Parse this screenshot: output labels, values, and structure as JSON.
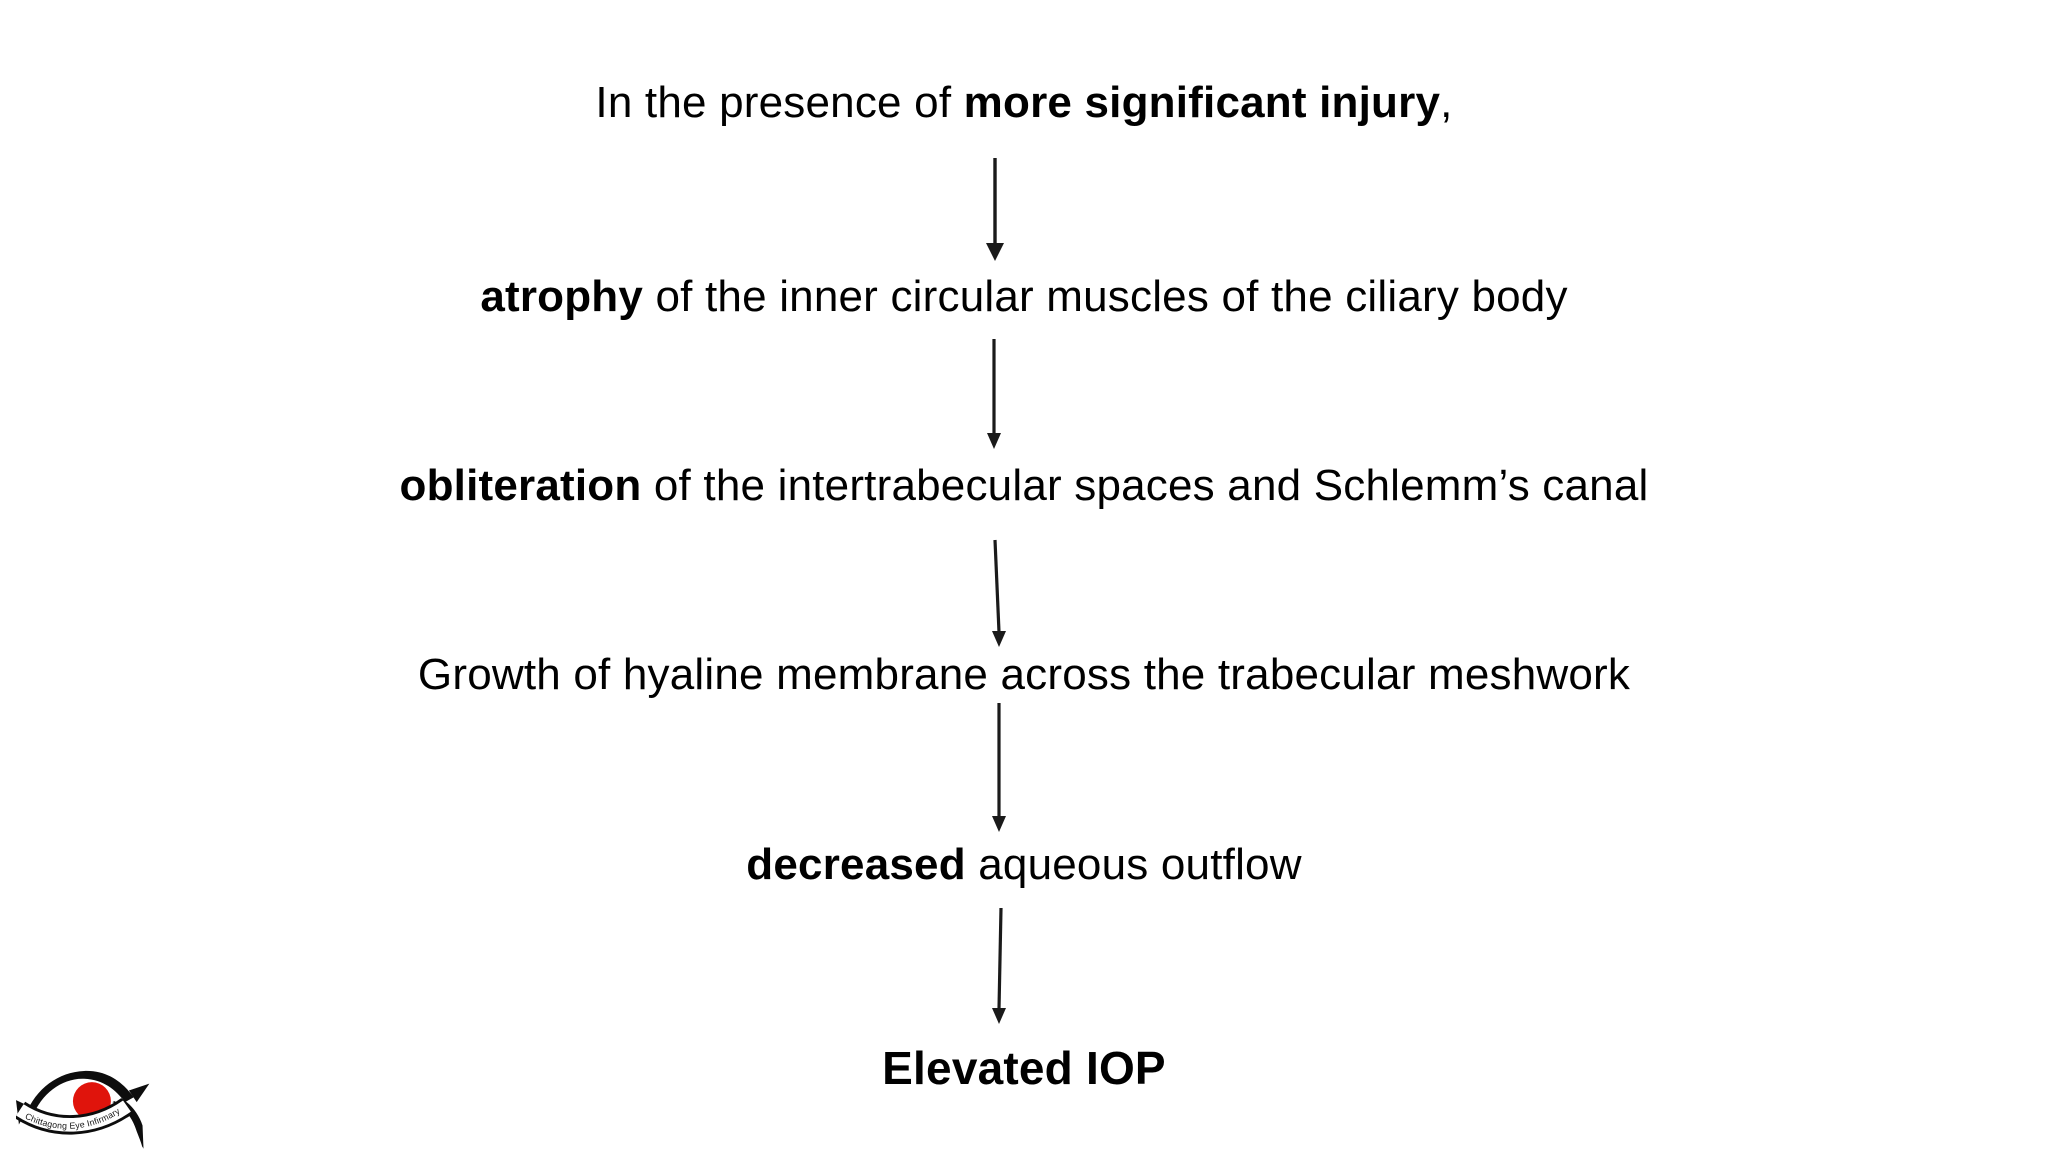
{
  "page": {
    "background": "#ffffff",
    "text_color": "#000000"
  },
  "flow": {
    "arrow_color": "#1a1a1a",
    "steps": [
      {
        "pre": "In the presence of ",
        "bold": "more significant injury",
        "post": ","
      },
      {
        "pre": "",
        "bold": "atrophy",
        "post": " of the inner circular muscles of the ciliary body"
      },
      {
        "pre": "",
        "bold": "obliteration",
        "post": " of the intertrabecular spaces and Schlemm’s canal"
      },
      {
        "pre": "Growth of hyaline membrane across the trabecular meshwork",
        "bold": "",
        "post": ""
      },
      {
        "pre": "",
        "bold": "decreased",
        "post": " aqueous outflow"
      },
      {
        "pre": "",
        "bold": "Elevated IOP",
        "post": ""
      }
    ]
  },
  "logo": {
    "text": "Chittagong Eye Infirmary",
    "red": "#e0140c",
    "black": "#0d0d0d",
    "text_color": "#151515"
  }
}
